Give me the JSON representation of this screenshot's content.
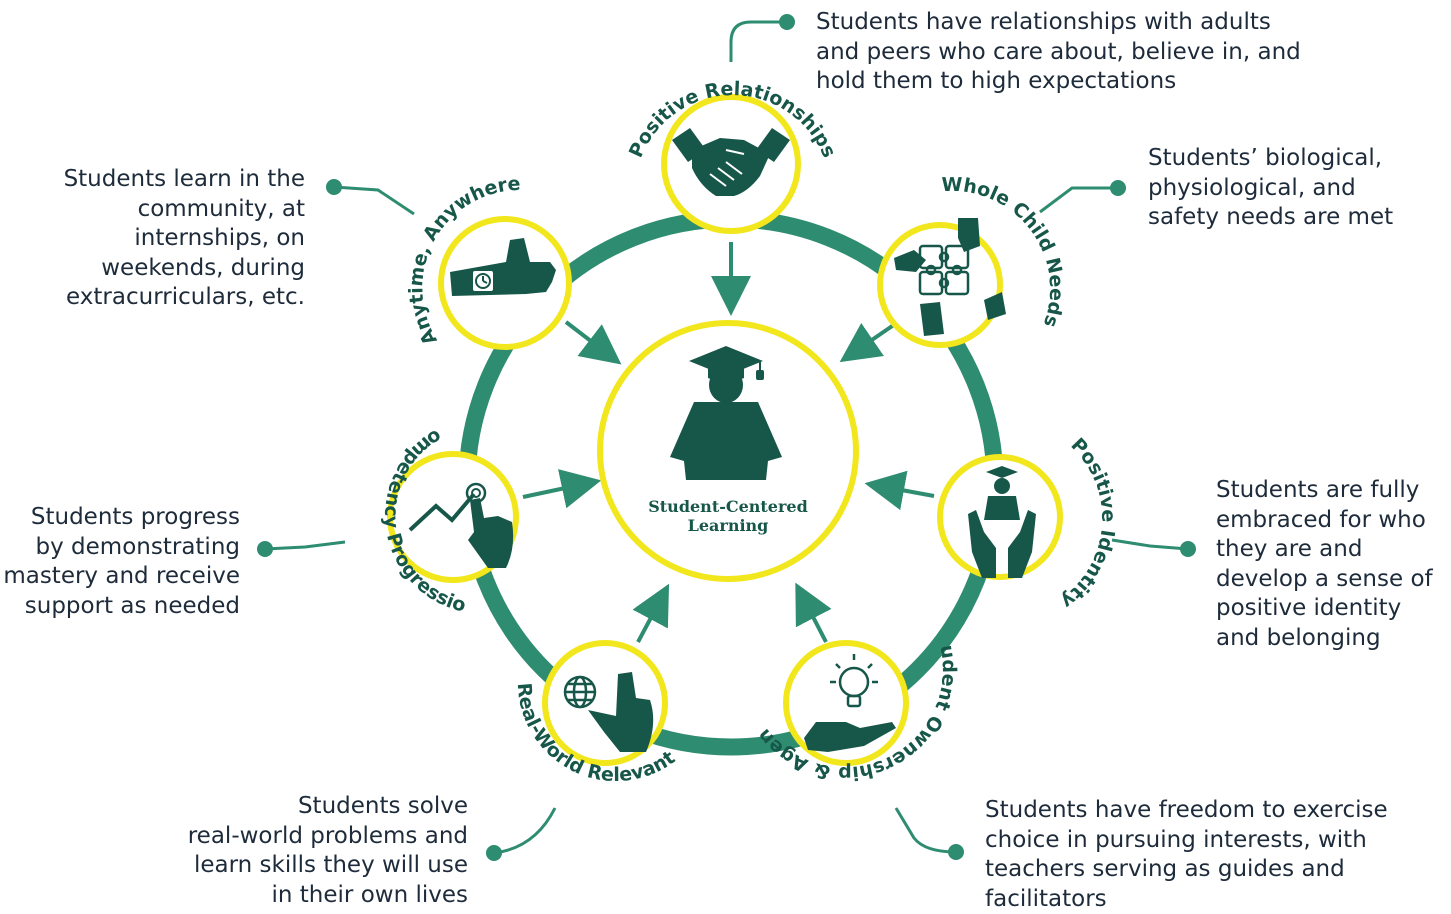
{
  "colors": {
    "ring": "#2e8c70",
    "icon": "#17574a",
    "circle_border": "#f2e61c",
    "text": "#1e2b3a"
  },
  "center": {
    "icon": "graduate-icon",
    "title_lines": [
      "Student-Centered",
      "Learning"
    ]
  },
  "components": [
    {
      "label": "Positive Relationships",
      "icon": "handshake-icon",
      "description": [
        "Students have relationships with adults",
        "and peers who care about, believe in, and",
        "hold them to high expectations"
      ]
    },
    {
      "label": "Whole Child Needs",
      "icon": "puzzle-hands-icon",
      "description": [
        "Students’ biological,",
        "physiological, and",
        "safety needs are met"
      ]
    },
    {
      "label": "Positive Identity",
      "icon": "hands-holding-graduate-icon",
      "description": [
        "Students are fully",
        "embraced for who",
        "they are and",
        "develop a sense of",
        "positive identity",
        "and belonging"
      ]
    },
    {
      "label": "Student Ownership & Agency",
      "icon": "lightbulb-hand-icon",
      "description": [
        "Students have freedom to exercise",
        "choice in pursuing interests, with",
        "teachers serving as guides and",
        "facilitators"
      ]
    },
    {
      "label": "Real-World Relevant",
      "icon": "globe-pointer-icon",
      "description": [
        "Students solve",
        "real-world problems and",
        "learn skills they will use",
        "in their own lives"
      ]
    },
    {
      "label": "Competency Progression",
      "icon": "chart-touch-icon",
      "description": [
        "Students progress",
        "by demonstrating",
        "mastery and receive",
        "support as needed"
      ]
    },
    {
      "label": "Anytime, Anywhere",
      "icon": "watch-hand-icon",
      "description": [
        "Students learn in the",
        "community, at",
        "internships, on",
        "weekends, during",
        "extracurriculars, etc."
      ]
    }
  ]
}
